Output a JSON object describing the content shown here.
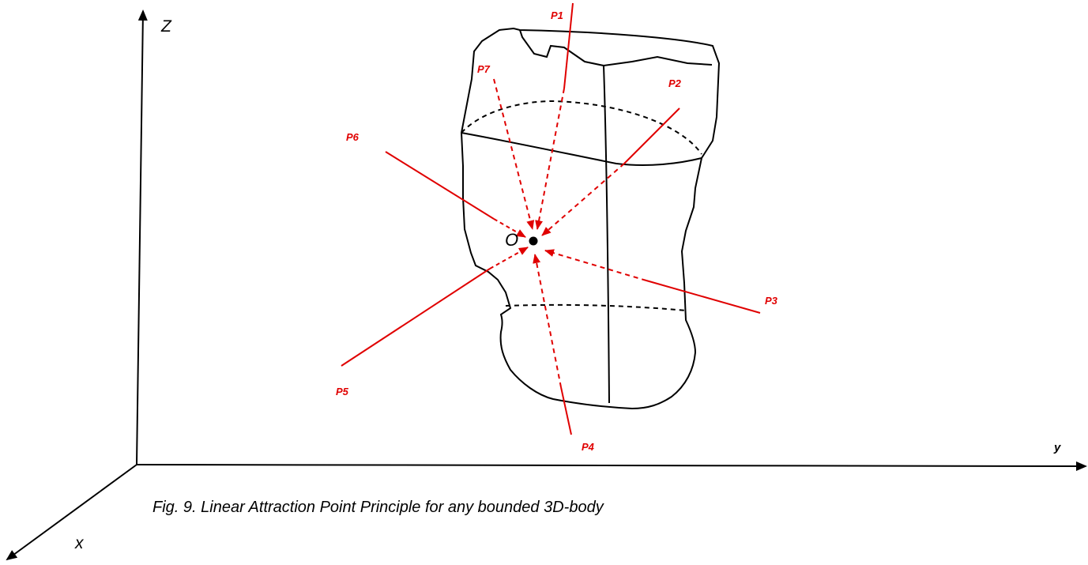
{
  "axes": {
    "z_label": "Z",
    "y_label": "y",
    "x_label": "x"
  },
  "origin": {
    "label": "O"
  },
  "points": [
    {
      "label": "P1"
    },
    {
      "label": "P2"
    },
    {
      "label": "P3"
    },
    {
      "label": "P4"
    },
    {
      "label": "P5"
    },
    {
      "label": "P6"
    },
    {
      "label": "P7"
    }
  ],
  "caption": "Fig. 9. Linear Attraction Point Principle for any bounded 3D-body",
  "colors": {
    "attraction_lines": "#e00000",
    "outline": "#000000",
    "background": "#ffffff"
  }
}
